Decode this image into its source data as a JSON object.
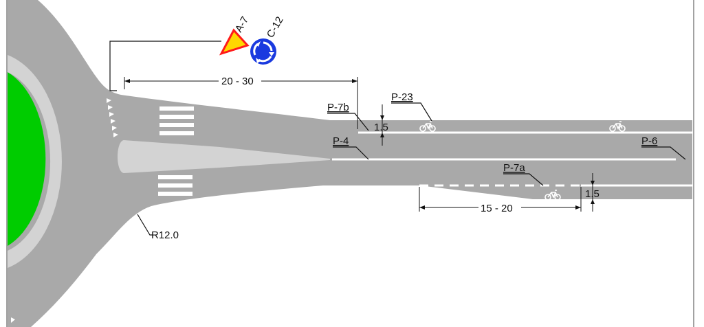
{
  "signs": {
    "warning": {
      "code": "A-7",
      "border_color": "#ff1a1a",
      "fill_color": "#ffd700",
      "icon": "yield-triangle-icon"
    },
    "mandatory": {
      "code": "C-12",
      "fill_color": "#1a3adf",
      "icon": "roundabout-arrows-icon"
    }
  },
  "markings": {
    "bike_lane_edge": "P-7b",
    "bike_lane_boundary": "P-23",
    "center_line": "P-4",
    "dashed_edge": "P-7a",
    "lane_line": "P-6"
  },
  "dimensions": {
    "taper_length": "20 - 30",
    "offset_top": "1.5",
    "offset_bottom": "1.5",
    "transition_length": "15 - 20",
    "corner_radius": "R12.0"
  },
  "colors": {
    "road": "#a9a9a9",
    "island": "#00cc00",
    "apron": "#d3d3d3",
    "splitter": "#d3d3d3",
    "marking": "#ffffff"
  }
}
